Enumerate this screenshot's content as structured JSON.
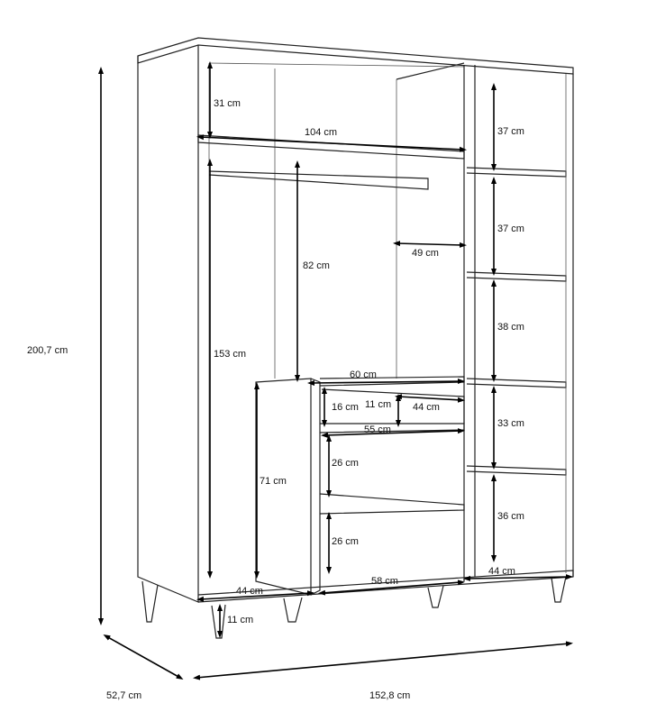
{
  "diagram": {
    "title": "Wardrobe dimensions",
    "overall": {
      "height": "200,7 cm",
      "depth": "52,7 cm",
      "width": "152,8 cm"
    },
    "left_section": {
      "top_gap": "31 cm",
      "rail_width": "104 cm",
      "hanging_height": "153 cm",
      "base_width": "44 cm",
      "leg_height": "11 cm"
    },
    "middle_section": {
      "hanging_height": "82 cm",
      "depth": "49 cm",
      "shelf_width": "60 cm",
      "drawer_height": "16 cm",
      "drawer_inner_height": "11 cm",
      "drawer_depth": "44 cm",
      "drawer_width": "55 cm",
      "compartment_1": "26 cm",
      "compartment_2": "26 cm",
      "base_width": "58 cm",
      "door_height": "71 cm"
    },
    "right_section": {
      "shelf_gaps": [
        "37 cm",
        "37 cm",
        "38 cm",
        "33 cm",
        "36 cm"
      ],
      "base_width": "44 cm"
    }
  }
}
